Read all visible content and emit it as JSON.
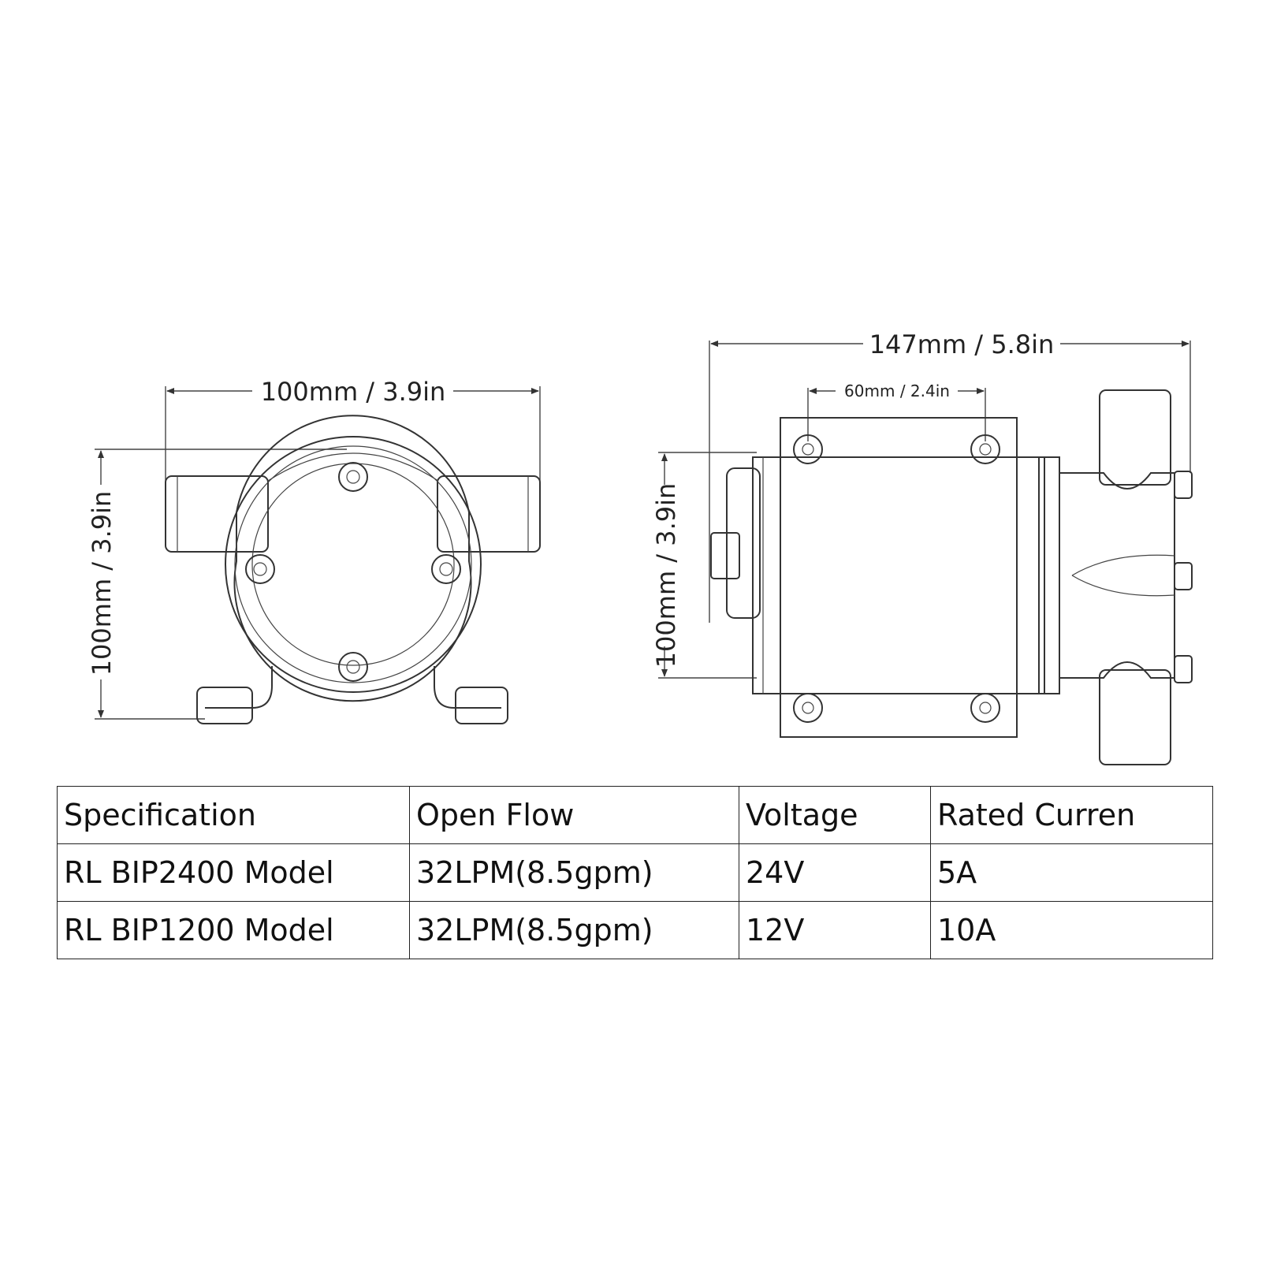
{
  "front_view": {
    "width_label": "100mm / 3.9in",
    "height_label": "100mm / 3.9in"
  },
  "side_view": {
    "length_label": "147mm / 5.8in",
    "mount_spacing_label": "60mm / 2.4in",
    "height_label": "100mm / 3.9in"
  },
  "table": {
    "headers": [
      "Specification",
      "Open Flow",
      "Voltage",
      "Rated Curren"
    ],
    "rows": [
      [
        "RL BIP2400 Model",
        "32LPM(8.5gpm)",
        "24V",
        "5A"
      ],
      [
        "RL BIP1200 Model",
        "32LPM(8.5gpm)",
        "12V",
        "10A"
      ]
    ]
  }
}
